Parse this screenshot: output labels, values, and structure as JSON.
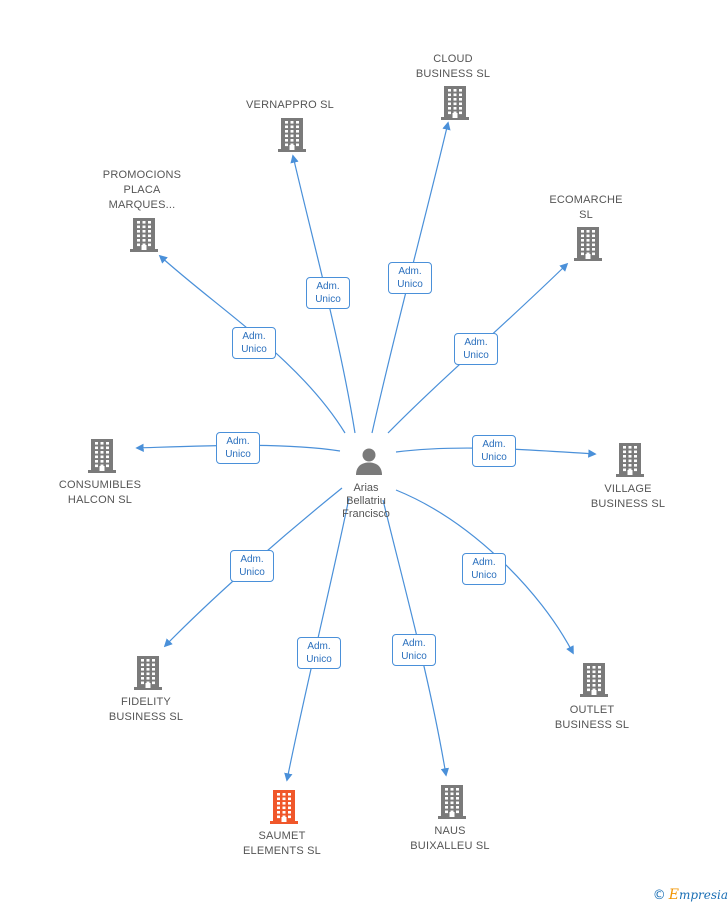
{
  "center": {
    "name_lines": [
      "Arias",
      "Bellatriu",
      "Francisco"
    ],
    "icon": "person-icon"
  },
  "companies": [
    {
      "id": "vernappro",
      "lines": [
        "VERNAPPRO  SL"
      ],
      "highlight": false
    },
    {
      "id": "cloud",
      "lines": [
        "CLOUD",
        "BUSINESS SL"
      ],
      "highlight": false
    },
    {
      "id": "promocions",
      "lines": [
        "PROMOCIONS",
        "PLACA",
        "MARQUES..."
      ],
      "highlight": false
    },
    {
      "id": "ecomarche",
      "lines": [
        "ECOMARCHE",
        "SL"
      ],
      "highlight": false
    },
    {
      "id": "consumibles",
      "lines": [
        "CONSUMIBLES",
        "HALCON SL"
      ],
      "highlight": false
    },
    {
      "id": "village",
      "lines": [
        "VILLAGE",
        "BUSINESS SL"
      ],
      "highlight": false
    },
    {
      "id": "fidelity",
      "lines": [
        "FIDELITY",
        "BUSINESS SL"
      ],
      "highlight": false
    },
    {
      "id": "outlet",
      "lines": [
        "OUTLET",
        "BUSINESS  SL"
      ],
      "highlight": false
    },
    {
      "id": "saumet",
      "lines": [
        "SAUMET",
        "ELEMENTS SL"
      ],
      "highlight": true
    },
    {
      "id": "naus",
      "lines": [
        "NAUS",
        "BUIXALLEU SL"
      ],
      "highlight": false
    }
  ],
  "relation": {
    "line1": "Adm.",
    "line2": "Unico"
  },
  "colors": {
    "edge": "#4a90d9",
    "building": "#7a7a7a",
    "building_highlight": "#f0572a",
    "person": "#7a7a7a",
    "label": "#555555",
    "brand": "#1a6fb5",
    "brand_accent": "#f29400"
  },
  "footer": {
    "copyright": "©",
    "brand_initial": "E",
    "brand_rest": "mpresia"
  }
}
